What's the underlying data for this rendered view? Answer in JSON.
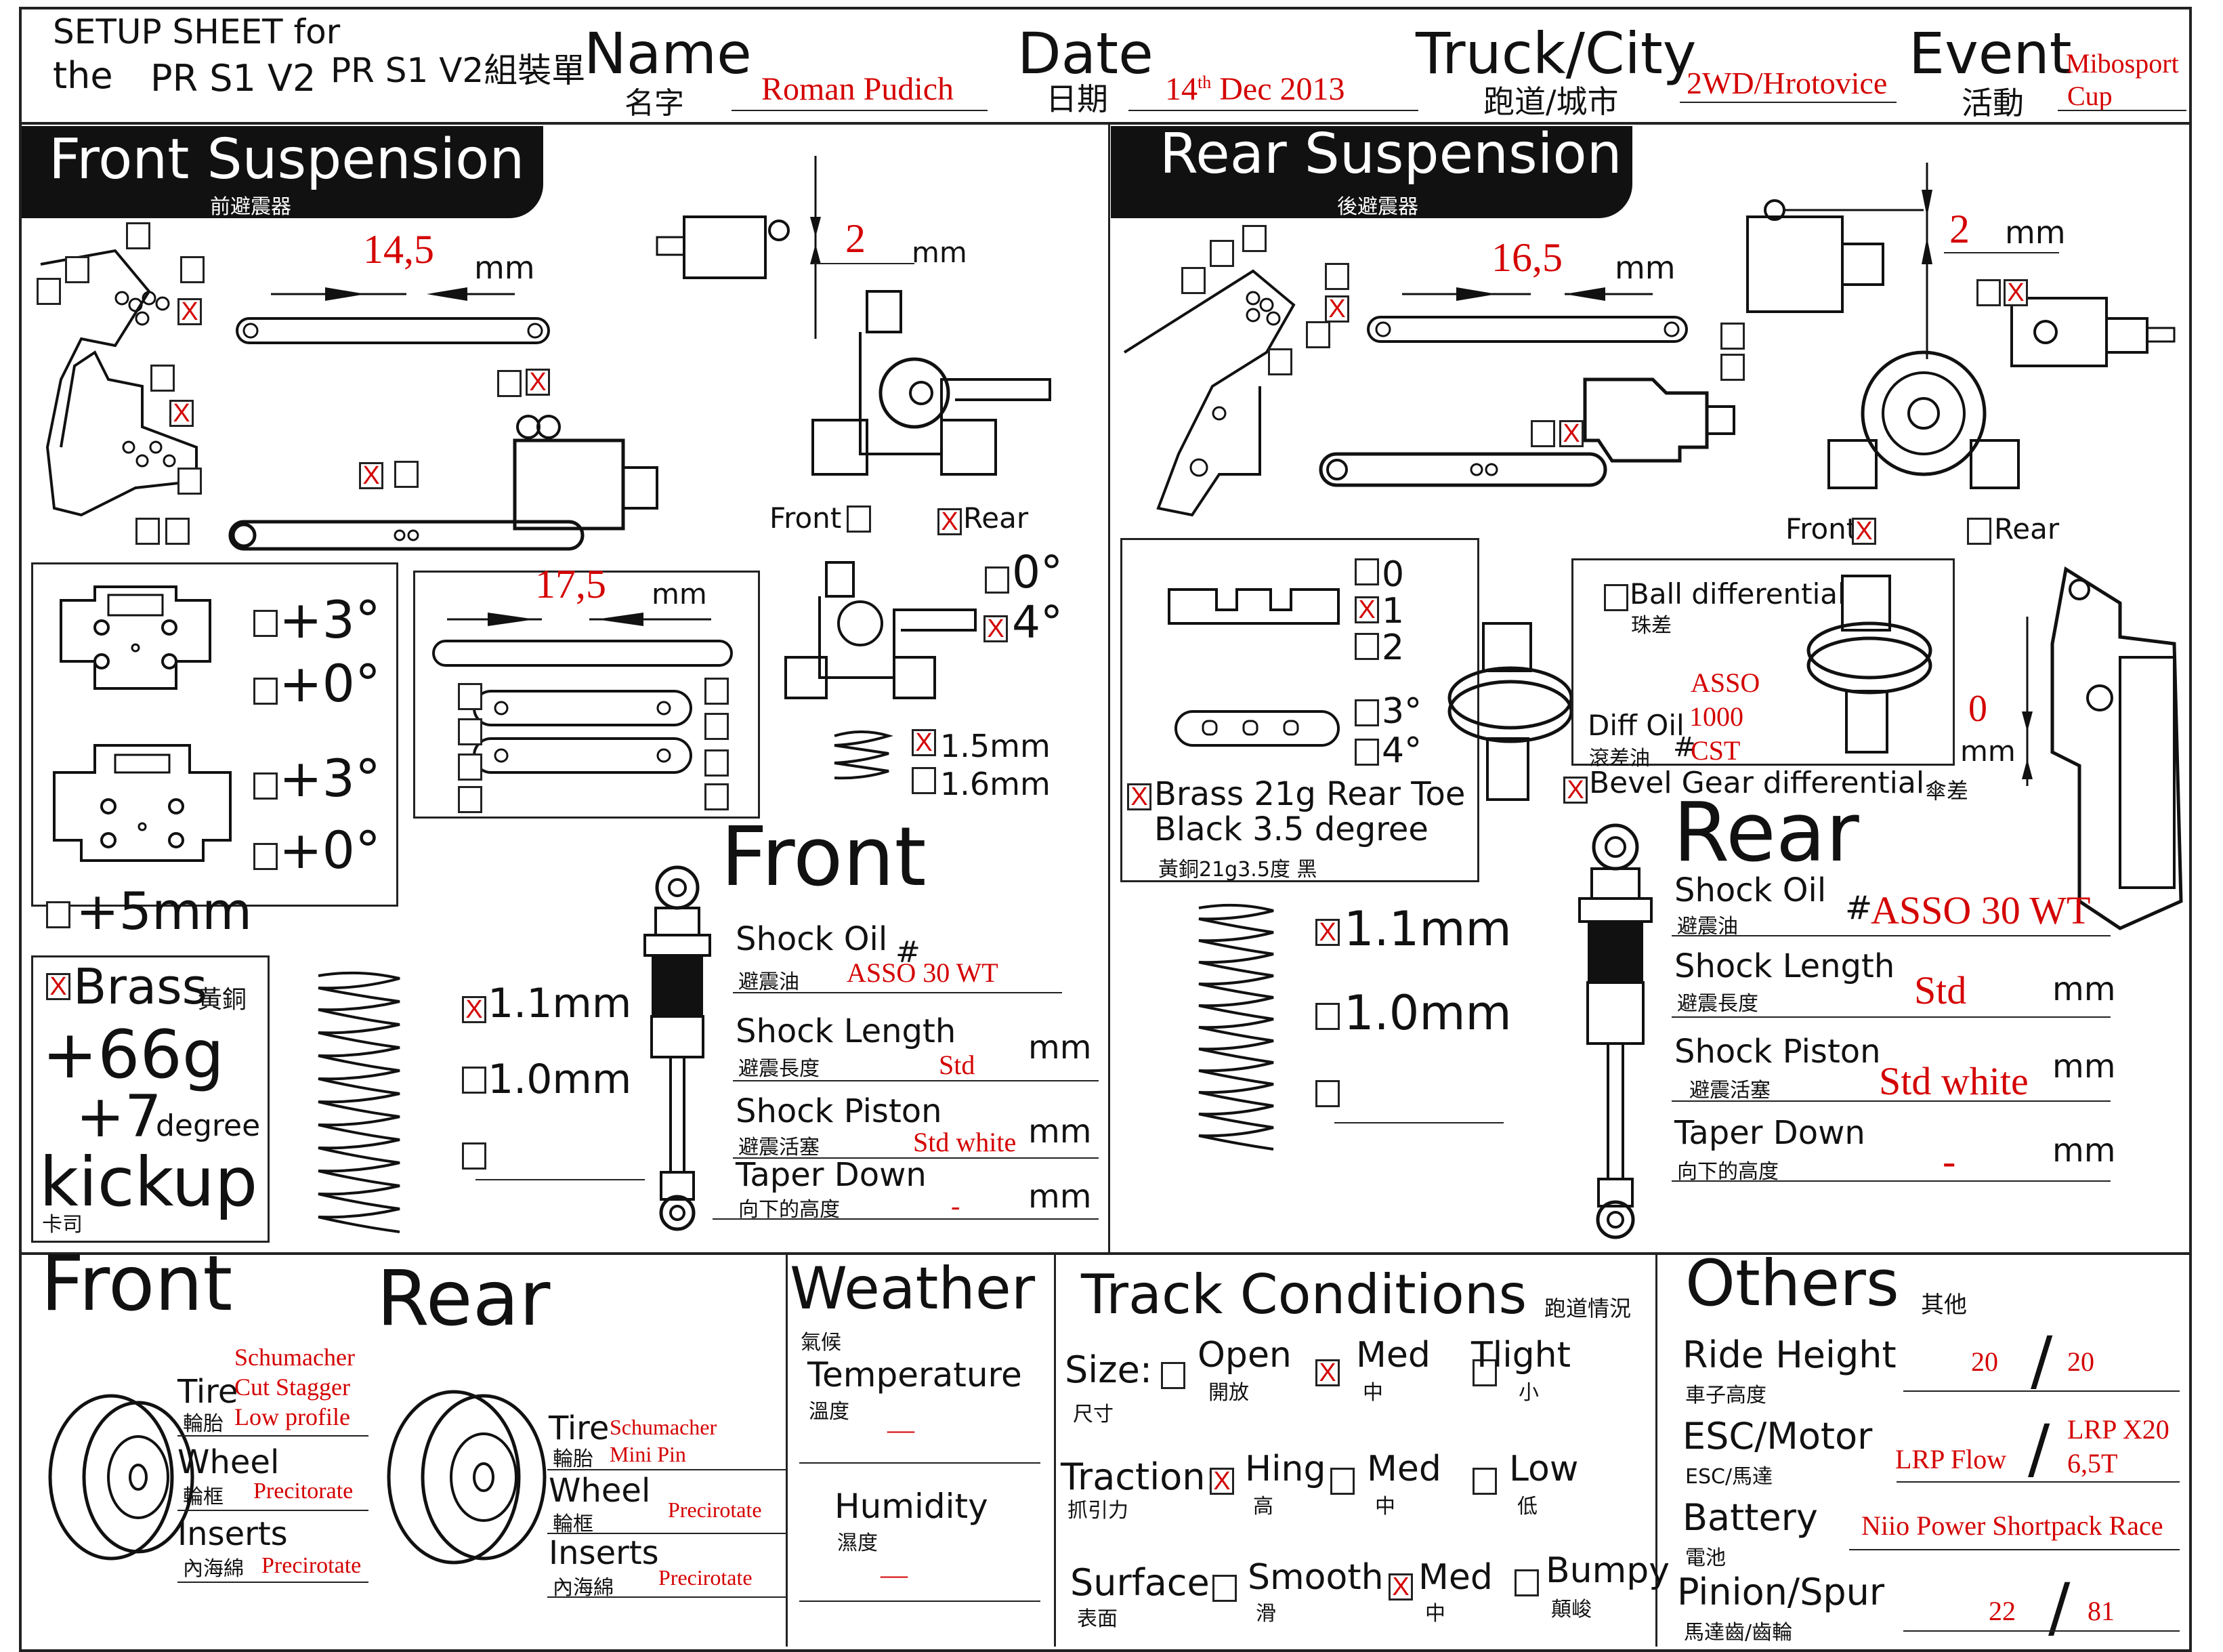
{
  "header": {
    "setup_line1": "SETUP SHEET for",
    "setup_line2a": "the",
    "setup_line2b": "PR S1 V2",
    "model_cn": "PR S1 V2組裝單",
    "name_label": "Name",
    "name_cn": "名字",
    "name_value": "Roman Pudich",
    "date_label": "Date",
    "date_cn": "日期",
    "date_day": "14",
    "date_sup": "th",
    "date_rest": " Dec 2013",
    "truck_label": "Truck/City",
    "truck_cn": "跑道/城市",
    "truck_value": "2WD/Hrotovice",
    "event_label": "Event",
    "event_cn": "活動",
    "event_value1": "Mibosport",
    "event_value2": "Cup"
  },
  "front": {
    "title": "Front Suspension",
    "title_cn": "前避震器",
    "link_length": "14,5",
    "link_unit": "mm",
    "camber_gap": "2",
    "camber_unit": "mm",
    "front_label": "Front",
    "rear_label": "Rear",
    "toe_3a": "+3°",
    "toe_0a": "+0°",
    "toe_3b": "+3°",
    "toe_0b": "+0°",
    "plus5": "+5mm",
    "brass": "Brass",
    "brass_cn": "黃銅",
    "weight": "+66g",
    "kick_deg": "+7",
    "kick_degree": "degree",
    "kickup": "kickup",
    "kickup_cn": "卡司",
    "steer_length": "17,5",
    "steer_unit": "mm",
    "caster_0": "0°",
    "caster_4": "4°",
    "spring_15": "1.5mm",
    "spring_16": "1.6mm",
    "spring_11": "1.1mm",
    "spring_10": "1.0mm",
    "shock_heading": "Front",
    "shock_oil": "Shock Oil",
    "shock_oil_cn": "避震油",
    "shock_oil_value": "ASSO 30 WT",
    "hash": "#",
    "shock_length": "Shock Length",
    "shock_length_cn": "避震長度",
    "shock_length_value": "Std",
    "shock_piston": "Shock Piston",
    "shock_piston_cn": "避震活塞",
    "shock_piston_value": "Std white",
    "taper": "Taper Down",
    "taper_cn": "向下的高度",
    "taper_value": "-",
    "mm": "mm"
  },
  "rear": {
    "title": "Rear Suspension",
    "title_cn": "後避震器",
    "link_length": "16,5",
    "link_unit": "mm",
    "camber_gap": "2",
    "camber_unit": "mm",
    "front_label": "Front",
    "rear_label": "Rear",
    "toe_0": "0",
    "toe_1": "1",
    "toe_2": "2",
    "toe_3": "3°",
    "toe_4": "4°",
    "brass_line1": "Brass 21g Rear Toe",
    "brass_line2": "Black 3.5 degree",
    "brass_cn": "黃銅21g3.5度 黑",
    "ball_diff": "Ball differential",
    "ball_diff_cn": "珠差",
    "diff_oil": "Diff Oil",
    "diff_oil_cn": "滾差油",
    "diff_val1": "ASSO",
    "diff_val2": "1000",
    "diff_val3": "CST",
    "hash": "#",
    "gap_value": "0",
    "gap_unit": "mm",
    "bevel": "Bevel Gear differential",
    "bevel_cn": "傘差",
    "spring_11": "1.1mm",
    "spring_10": "1.0mm",
    "shock_heading": "Rear",
    "shock_oil": "Shock Oil",
    "shock_oil_cn": "避震油",
    "shock_oil_value": "ASSO 30 WT",
    "shock_length": "Shock Length",
    "shock_length_cn": "避震長度",
    "shock_length_value": "Std",
    "shock_piston": "Shock Piston",
    "shock_piston_cn": "避震活塞",
    "shock_piston_value": "Std white",
    "taper": "Taper Down",
    "taper_cn": "向下的高度",
    "taper_value": "-",
    "mm": "mm"
  },
  "tires": {
    "front_title": "Front",
    "rear_title": "Rear",
    "tire": "Tire",
    "tire_cn": "輪胎",
    "wheel": "Wheel",
    "wheel_cn": "輪框",
    "inserts": "Inserts",
    "inserts_cn": "內海綿",
    "front_tire_v1": "Schumacher",
    "front_tire_v2": "Cut Stagger",
    "front_tire_v3": "Low profile",
    "front_wheel_v": "Precitorate",
    "front_inserts_v": "Precirotate",
    "rear_tire_v1": "Schumacher",
    "rear_tire_v2": "Mini Pin",
    "rear_wheel_v": "Precirotate",
    "rear_inserts_v": "Precirotate"
  },
  "weather": {
    "title": "Weather",
    "title_cn": "氣候",
    "temperature": "Temperature",
    "temperature_cn": "溫度",
    "temperature_value": "—",
    "humidity": "Humidity",
    "humidity_cn": "濕度",
    "humidity_value": "—"
  },
  "track": {
    "title": "Track Conditions",
    "title_cn": "跑道情況",
    "size": "Size:",
    "size_cn": "尺寸",
    "open": "Open",
    "open_cn": "開放",
    "med": "Med",
    "med_cn": "中",
    "tight": "Tlight",
    "tight_cn": "小",
    "traction": "Traction:",
    "traction_cn": "抓引力",
    "hing": "Hing",
    "hing_cn": "高",
    "low": "Low",
    "low_cn": "低",
    "surface": "Surface:",
    "surface_cn": "表面",
    "smooth": "Smooth",
    "smooth_cn": "滑",
    "bumpy": "Bumpy",
    "bumpy_cn": "顛峻",
    "x": "X"
  },
  "others": {
    "title": "Others",
    "title_cn": "其他",
    "ride_height": "Ride Height",
    "ride_height_cn": "車子高度",
    "ride_front": "20",
    "ride_rear": "20",
    "esc": "ESC/Motor",
    "esc_cn": "ESC/馬達",
    "esc_value": "LRP Flow",
    "motor_value1": "LRP X20",
    "motor_value2": "6,5T",
    "battery": "Battery",
    "battery_cn": "電池",
    "battery_value": "Niio Power Shortpack Race",
    "pinion": "Pinion/Spur",
    "pinion_cn": "馬達齒/齒輪",
    "pinion_value": "22",
    "spur_value": "81",
    "slash": "/"
  }
}
